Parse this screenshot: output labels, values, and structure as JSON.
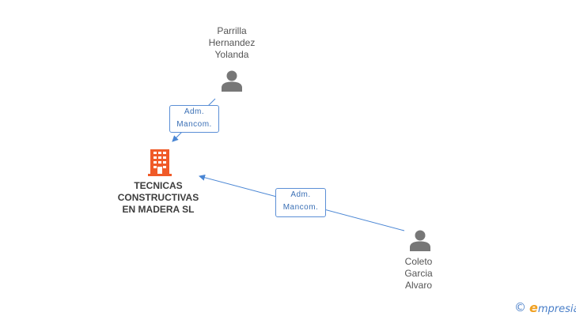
{
  "nodes": {
    "person_top": {
      "name": "Parrilla\nHernandez\nYolanda"
    },
    "person_bottom": {
      "name": "Coleto\nGarcia\nAlvaro"
    },
    "company": {
      "name": "TECNICAS\nCONSTRUCTIVAS\nEN MADERA SL"
    }
  },
  "edges": {
    "top_to_company": {
      "label": "Adm.\nMancom."
    },
    "bottom_to_company": {
      "label": "Adm.\nMancom."
    }
  },
  "footer": {
    "copyright": "©",
    "brand_initial": "e",
    "brand_rest": "mpresia"
  },
  "colors": {
    "edge": "#4a86d4",
    "company_icon": "#f05a28",
    "person_icon": "#777777"
  }
}
